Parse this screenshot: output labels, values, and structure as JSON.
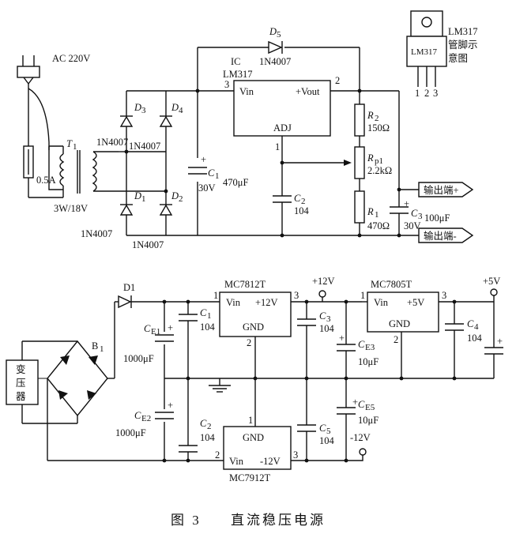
{
  "top": {
    "ac_label": "AC 220V",
    "fuse_label": "0.5A",
    "transformer_ref": "T",
    "transformer_ref_sub": "1",
    "transformer_rating": "3W/18V",
    "d3": "D",
    "d3_sub": "3",
    "d4": "D",
    "d4_sub": "4",
    "d1": "D",
    "d1_sub": "1",
    "d2": "D",
    "d2_sub": "2",
    "d5": "D",
    "d5_sub": "5",
    "diode_part": "1N4007",
    "ic_ref": "IC",
    "ic_part": "LM317",
    "vin": "Vin",
    "vout": "+Vout",
    "adj": "ADJ",
    "pin_in": "3",
    "pin_out": "2",
    "pin_adj": "1",
    "c1_ref": "C",
    "c1_sub": "1",
    "c1_voltage": "30V",
    "c1_value": "470μF",
    "c2_ref": "C",
    "c2_sub": "2",
    "c2_value": "104",
    "r2_ref": "R",
    "r2_sub": "2",
    "r2_value": "150Ω",
    "rp1_ref": "R",
    "rp1_sub": "p1",
    "rp1_value": "2.2kΩ",
    "r1_ref": "R",
    "r1_sub": "1",
    "r1_value": "470Ω",
    "c3_ref": "C",
    "c3_sub": "3",
    "c3_value": "100μF",
    "c3_voltage": "30V",
    "out_plus": "输出端+",
    "out_minus": "输出端-",
    "plus_sign": "+",
    "pinout_part": "LM317",
    "pinout_title_1": "LM317",
    "pinout_title_2": "管脚示",
    "pinout_title_3": "意图",
    "pin_numbers": [
      "1",
      "2",
      "3"
    ]
  },
  "bottom": {
    "d1": "D1",
    "bridge_ref": "B",
    "bridge_sub": "1",
    "transformer_chars": [
      "变",
      "压",
      "器"
    ],
    "ce1_ref": "C",
    "ce1_sub": "E1",
    "ce1_value": "1000μF",
    "ce2_ref": "C",
    "ce2_sub": "E2",
    "ce2_value": "1000μF",
    "c1_ref": "C",
    "c1_sub": "1",
    "c1_value": "104",
    "c2_ref": "C",
    "c2_sub": "2",
    "c2_value": "104",
    "c3_ref": "C",
    "c3_sub": "3",
    "c3_value": "104",
    "c4_ref": "C",
    "c4_sub": "4",
    "c4_value": "104",
    "c5_ref": "C",
    "c5_sub": "5",
    "c5_value": "104",
    "ce3_ref": "C",
    "ce3_sub": "E3",
    "ce3_value": "10μF",
    "ce5_ref": "C",
    "ce5_sub": "E5",
    "ce5_value": "10μF",
    "reg1_part": "MC7812T",
    "reg1_vin": "Vin",
    "reg1_vout": "+12V",
    "reg1_gnd": "GND",
    "reg2_part": "MC7805T",
    "reg2_vin": "Vin",
    "reg2_vout": "+5V",
    "reg2_gnd": "GND",
    "reg3_part": "MC7912T",
    "reg3_vin": "Vin",
    "reg3_vout": "-12V",
    "reg3_gnd": "GND",
    "pin1": "1",
    "pin2": "2",
    "pin3": "3",
    "plus12": "+12V",
    "plus5": "+5V",
    "minus12": "-12V",
    "plus_sign": "+"
  },
  "caption": {
    "figure": "图 3",
    "title": "直流稳压电源"
  }
}
